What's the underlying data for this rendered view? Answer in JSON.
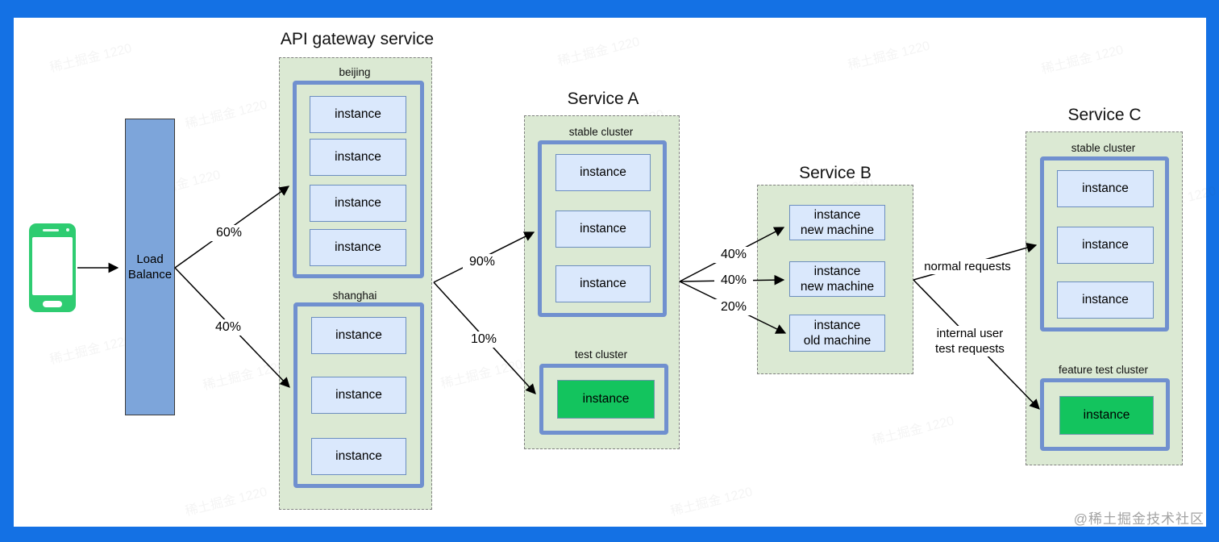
{
  "watermark": {
    "tile_text": "稀土掘金 1220",
    "credit": "@稀土掘金技术社区"
  },
  "client": {
    "icon": "smartphone-icon"
  },
  "load_balancer": {
    "label_line1": "Load",
    "label_line2": "Balance"
  },
  "api_gateway": {
    "title": "API gateway service",
    "clusters": [
      {
        "name": "beijing",
        "instances": [
          "instance",
          "instance",
          "instance",
          "instance"
        ]
      },
      {
        "name": "shanghai",
        "instances": [
          "instance",
          "instance",
          "instance"
        ]
      }
    ]
  },
  "service_a": {
    "title": "Service A",
    "stable_cluster": {
      "name": "stable cluster",
      "instances": [
        "instance",
        "instance",
        "instance"
      ]
    },
    "test_cluster": {
      "name": "test cluster",
      "instances": [
        "instance"
      ]
    }
  },
  "service_b": {
    "title": "Service B",
    "instances": [
      {
        "line1": "instance",
        "line2": "new machine"
      },
      {
        "line1": "instance",
        "line2": "new machine"
      },
      {
        "line1": "instance",
        "line2": "old machine"
      }
    ]
  },
  "service_c": {
    "title": "Service C",
    "stable_cluster": {
      "name": "stable cluster",
      "instances": [
        "instance",
        "instance",
        "instance"
      ]
    },
    "feature_test_cluster": {
      "name": "feature test cluster",
      "instances": [
        "instance"
      ]
    }
  },
  "edge_labels": {
    "lb_to_beijing": "60%",
    "lb_to_shanghai": "40%",
    "gateway_to_stable_a": "90%",
    "gateway_to_test_a": "10%",
    "a_to_b_top": "40%",
    "a_to_b_middle": "40%",
    "a_to_b_bottom": "20%",
    "b_to_c_stable": "normal requests",
    "b_to_c_test_line1": "internal user",
    "b_to_c_test_line2": "test requests"
  },
  "colors": {
    "frame_blue": "#1471e4",
    "container_green": "#dbe9d3",
    "cluster_border_blue": "#7090cf",
    "instance_fill": "#dae8fc",
    "instance_border": "#6c8ebf",
    "green_instance": "#13c45e",
    "load_balancer_fill": "#7da5da",
    "phone_green": "#2ecc71"
  }
}
